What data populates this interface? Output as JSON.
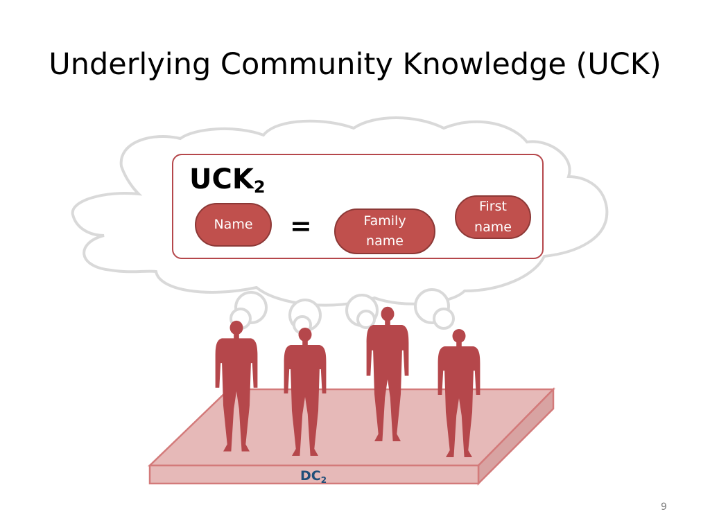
{
  "slide": {
    "title": "Underlying Community Knowledge (UCK)",
    "page_number": "9"
  },
  "uck_box": {
    "label": "UCK",
    "label_subscript": "2",
    "equals": "=",
    "concepts": [
      {
        "text": "Name"
      },
      {
        "text": "Family\nname"
      },
      {
        "text": "First\nname"
      }
    ]
  },
  "platform": {
    "label": "DC",
    "label_subscript": "2"
  },
  "colors": {
    "accent": "#c0504d",
    "accent_dark": "#8c3836",
    "platform_fill": "#e6b9b8",
    "cloud_stroke": "#d9d9d9",
    "dc_label": "#1f4e79"
  },
  "icons": [
    "thought-cloud-icon",
    "person-silhouette-icon",
    "platform-icon"
  ]
}
